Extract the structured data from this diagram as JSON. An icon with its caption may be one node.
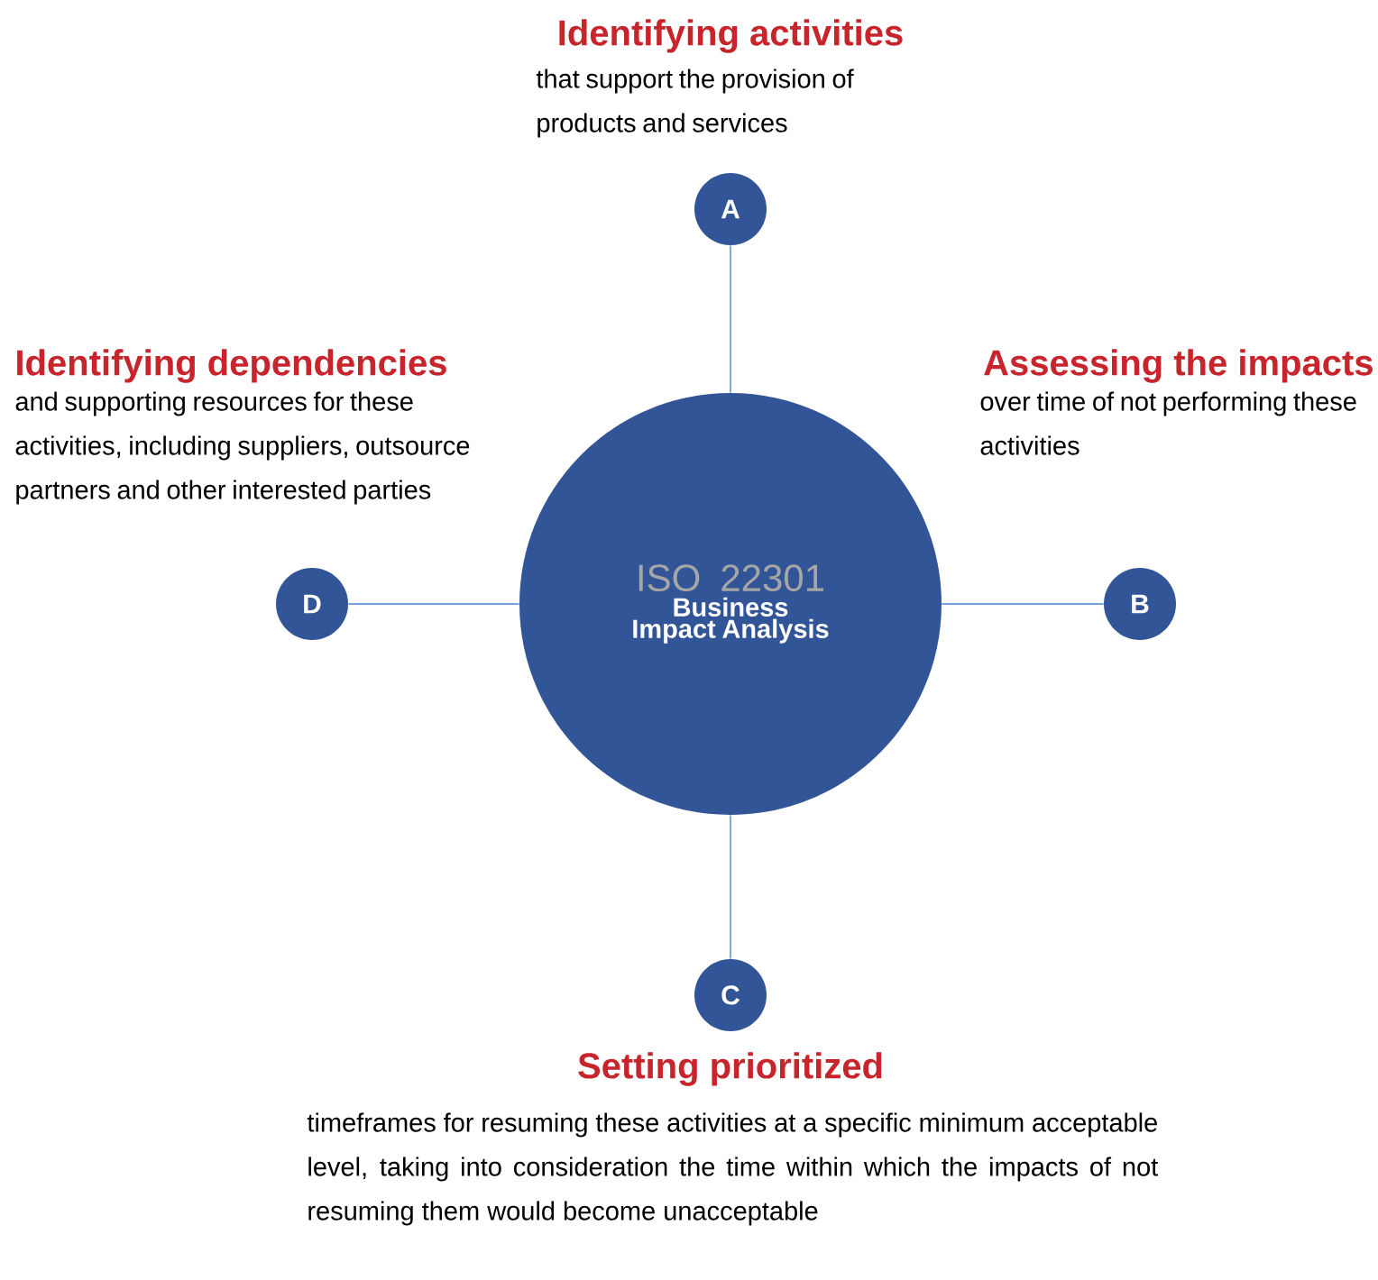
{
  "diagram": {
    "nodes": [
      {
        "text": [
          "ISO 22301",
          "Business Impact Analysis"
        ]
      },
      {
        "text": [
          "A"
        ],
        "beside": [
          "Identifying activities",
          "that support the provision of products and services"
        ]
      },
      {
        "text": [
          "B"
        ],
        "beside": [
          "Assessing the impacts",
          "over time of not performing these activities"
        ]
      },
      {
        "text": [
          "C"
        ],
        "beside": [
          "Setting prioritized",
          "timeframes for resuming these activities at a specific minimum acceptable level, taking into consideration the time within which the impacts of not resuming them would become unacceptable"
        ]
      },
      {
        "text": [
          "D"
        ],
        "beside": [
          "Identifying dependencies",
          "and supporting resources for these activities, including suppliers, outsource partners and other interested parties"
        ]
      }
    ],
    "edges": [
      {
        "from": 0,
        "to": 1,
        "arrow": "none"
      },
      {
        "from": 0,
        "to": 2,
        "arrow": "none"
      },
      {
        "from": 0,
        "to": 3,
        "arrow": "none"
      },
      {
        "from": 0,
        "to": 4,
        "arrow": "none"
      }
    ]
  }
}
